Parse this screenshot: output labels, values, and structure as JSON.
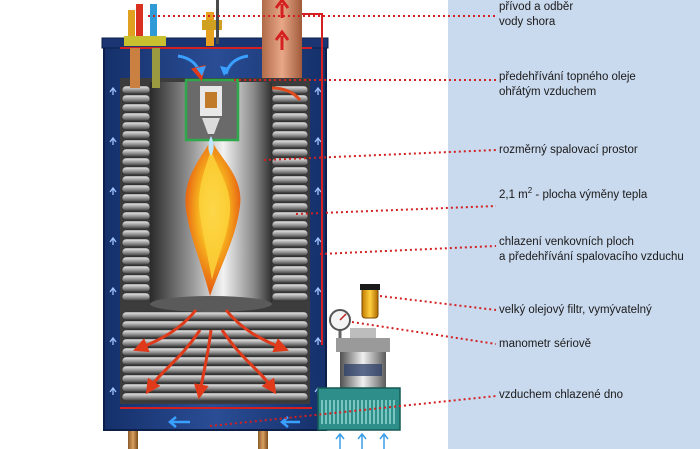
{
  "labels": {
    "water_line1": "přívod a odběr",
    "water_line2": "vody shora",
    "oil_preheat_line1": "předehřívání topného oleje",
    "oil_preheat_line2": "ohřátým vzduchem",
    "combustion_chamber": "rozměrný spalovací prostor",
    "heat_area_prefix": "2,1 m",
    "heat_area_exp": "2",
    "heat_area_suffix": " - plocha výměny tepla",
    "cooling_line1": "chlazení venkovních ploch",
    "cooling_line2": "a předehřívání spalovacího vzduchu",
    "oil_filter": "velký olejový filtr, vymývatelný",
    "manometer": "manometr sériově",
    "air_cooled_bottom": "vzduchem chlazené dno"
  },
  "colors": {
    "panel": "#c9d9ee",
    "outer_shell": "#1d3a78",
    "jacket_air": "#3d5ea7",
    "leader_line": "#d42020",
    "hot_pipe": "#e24a1c",
    "fan_base": "#2e8f8a",
    "flame": "#f6a21a"
  },
  "icons": [
    "burner-icon",
    "flame-icon",
    "manometer-icon",
    "oil-filter-icon",
    "pump-icon",
    "fan-icon",
    "airflow-arrow-icon"
  ]
}
